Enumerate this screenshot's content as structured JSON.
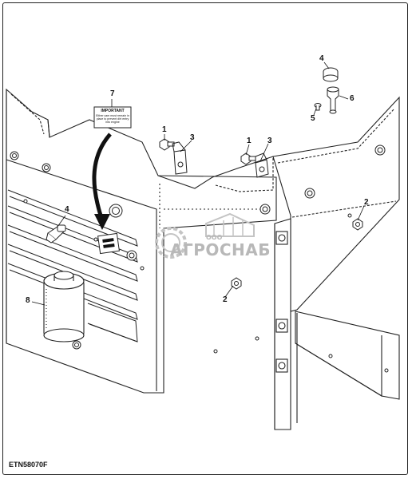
{
  "figure": {
    "code": "ETN58070F",
    "decal": {
      "heading": "IMPORTANT",
      "body": "Either cam must remain in place to prevent dirt entry into engine"
    },
    "watermark": {
      "brand": "АГРОСНАБ",
      "prefix": "ООО"
    },
    "callouts": [
      "1",
      "1",
      "2",
      "2",
      "3",
      "3",
      "4",
      "4",
      "5",
      "6",
      "7",
      "8"
    ]
  }
}
